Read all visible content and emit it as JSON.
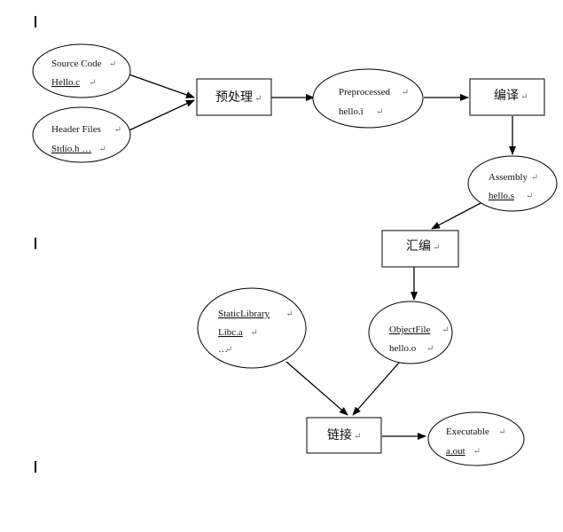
{
  "diagram": {
    "nodes": [
      {
        "id": "source",
        "shape": "ellipse",
        "lines": [
          "Source Code",
          "Hello.c"
        ]
      },
      {
        "id": "header",
        "shape": "ellipse",
        "lines": [
          "Header Files",
          "Stdio.h …"
        ]
      },
      {
        "id": "preprocess",
        "shape": "rect",
        "lines": [
          "预处理"
        ]
      },
      {
        "id": "preprocessed",
        "shape": "ellipse",
        "lines": [
          "Preprocessed",
          "hello.i"
        ]
      },
      {
        "id": "compile",
        "shape": "rect",
        "lines": [
          "编译"
        ]
      },
      {
        "id": "assembly",
        "shape": "ellipse",
        "lines": [
          "Assembly",
          "hello.s"
        ]
      },
      {
        "id": "assemble",
        "shape": "rect",
        "lines": [
          "汇编"
        ]
      },
      {
        "id": "objectfile",
        "shape": "ellipse",
        "lines": [
          "ObjectFile",
          "hello.o"
        ]
      },
      {
        "id": "staticlib",
        "shape": "ellipse",
        "lines": [
          "StaticLibrary",
          "Libc.a",
          "…"
        ]
      },
      {
        "id": "link",
        "shape": "rect",
        "lines": [
          "链接"
        ]
      },
      {
        "id": "executable",
        "shape": "ellipse",
        "lines": [
          "Executable",
          "a.out"
        ]
      }
    ],
    "edges": [
      {
        "from": "source",
        "to": "preprocess"
      },
      {
        "from": "header",
        "to": "preprocess"
      },
      {
        "from": "preprocess",
        "to": "preprocessed"
      },
      {
        "from": "preprocessed",
        "to": "compile"
      },
      {
        "from": "compile",
        "to": "assembly"
      },
      {
        "from": "assembly",
        "to": "assemble"
      },
      {
        "from": "assemble",
        "to": "objectfile"
      },
      {
        "from": "staticlib",
        "to": "link"
      },
      {
        "from": "objectfile",
        "to": "link"
      },
      {
        "from": "link",
        "to": "executable"
      }
    ]
  }
}
